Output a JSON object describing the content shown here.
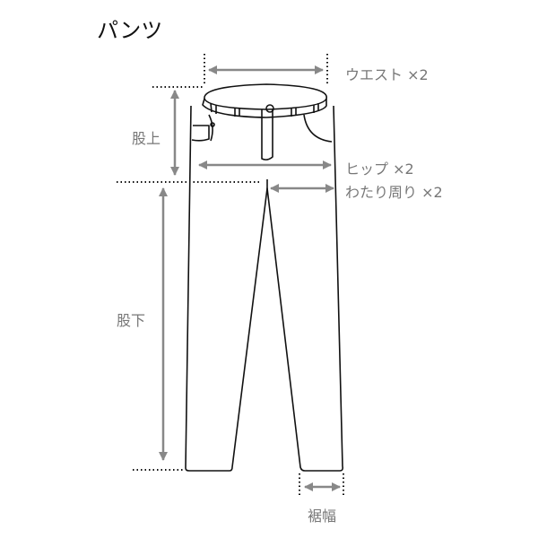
{
  "title": "パンツ",
  "labels": {
    "waist": "ウエスト ×2",
    "rise": "股上",
    "hip": "ヒップ ×2",
    "thigh": "わたり周り ×2",
    "inseam": "股下",
    "hem": "裾幅"
  },
  "colors": {
    "arrow": "#888888",
    "outline": "#111111",
    "label": "#777777"
  }
}
